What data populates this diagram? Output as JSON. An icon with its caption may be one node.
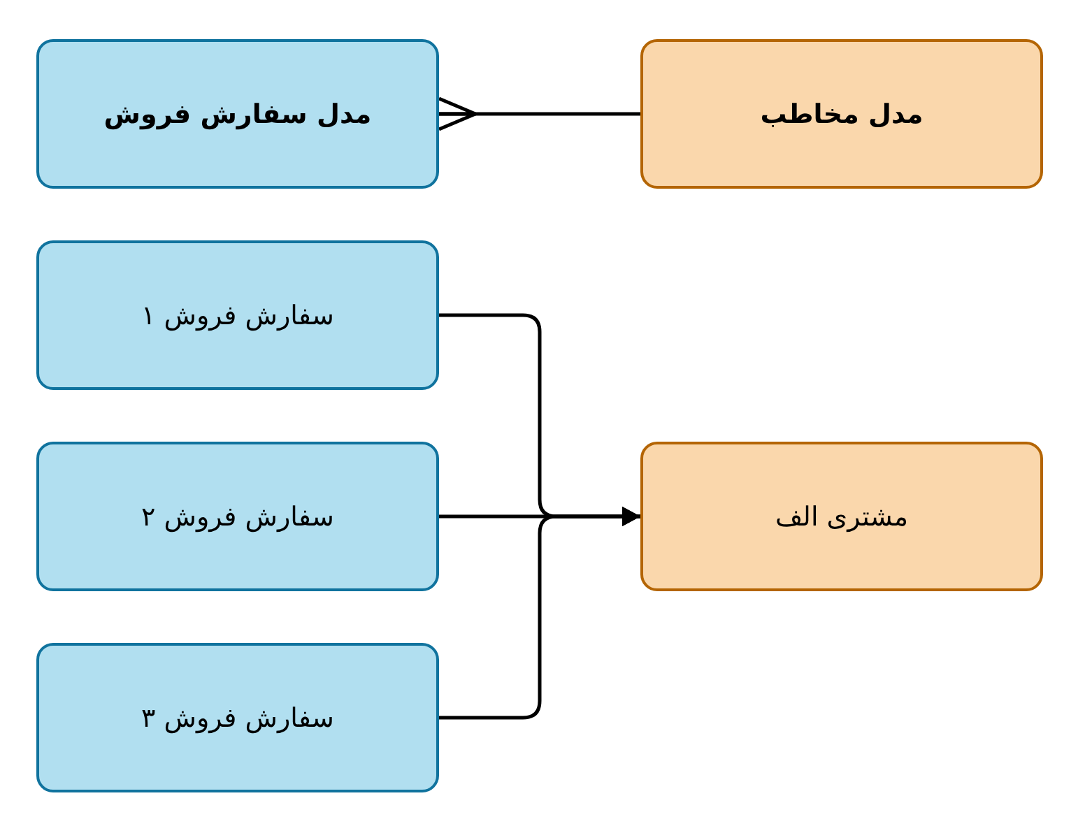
{
  "diagram": {
    "nodes": [
      {
        "text": [
          "مدل سفارش فروش"
        ]
      },
      {
        "text": [
          "مدل مخاطب"
        ]
      },
      {
        "text": [
          "سفارش فروش ۱"
        ]
      },
      {
        "text": [
          "سفارش فروش ۲"
        ]
      },
      {
        "text": [
          "سفارش فروش ۳"
        ]
      },
      {
        "text": [
          "مشتری الف"
        ]
      }
    ],
    "edges": [
      {
        "from": 1,
        "to": 0,
        "arrow": "other"
      },
      {
        "from": 2,
        "to": 5,
        "arrow": "to"
      },
      {
        "from": 3,
        "to": 5,
        "arrow": "to"
      },
      {
        "from": 4,
        "to": 5,
        "arrow": "to"
      }
    ]
  }
}
